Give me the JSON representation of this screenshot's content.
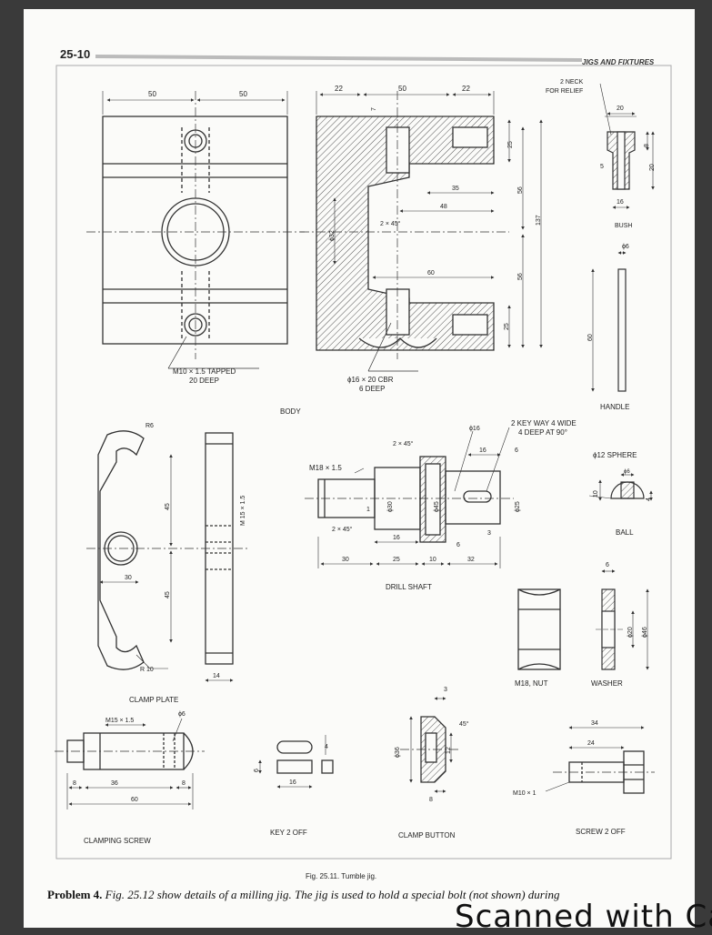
{
  "header": {
    "page_number": "25-10",
    "section_title": "JIGS AND FIXTURES"
  },
  "views": {
    "body": {
      "name": "BODY",
      "tapped_note_1": "M10 × 1.5 TAPPED",
      "tapped_note_2": "20 DEEP",
      "cbr_note_1": "ϕ16 × 20 CBR",
      "cbr_note_2": "6 DEEP",
      "chamfer": "2 × 45°",
      "dims": {
        "d50a": "50",
        "d50b": "50",
        "d22a": "22",
        "d50c": "50",
        "d22b": "22",
        "d35": "35",
        "d48": "48",
        "d60": "60",
        "d56a": "56",
        "d56b": "56",
        "d137": "137",
        "d25a": "25",
        "d25b": "25",
        "d32": "ϕ32",
        "d7": "7"
      }
    },
    "bush": {
      "name": "BUSH",
      "neck_note_1": "2 NECK",
      "neck_note_2": "FOR RELIEF",
      "dims": {
        "d20a": "20",
        "d8": "8",
        "d20b": "20",
        "d16": "16",
        "d5": "5"
      }
    },
    "handle": {
      "name": "HANDLE",
      "dims": {
        "d6": "ϕ6",
        "d60": "60"
      }
    },
    "ball": {
      "name": "BALL",
      "sphere_note": "ϕ12 SPHERE",
      "dims": {
        "d10": "10",
        "d6": "ϕ6",
        "d4": "4"
      }
    },
    "drill_shaft": {
      "name": "DRILL SHAFT",
      "keyway_note_1": "2 KEY WAY 4 WIDE",
      "keyway_note_2": "4 DEEP AT 90°",
      "thread": "M18 × 1.5",
      "chamfer_a": "2 × 45°",
      "chamfer_b": "2 × 45°",
      "dims": {
        "d16dia": "ϕ16",
        "d16a": "16",
        "d6a": "6",
        "d30dia": "ϕ30",
        "d45dia": "ϕ45",
        "d25dia": "ϕ25",
        "d1": "1",
        "d16b": "16",
        "d3": "3",
        "d6b": "6",
        "d30": "30",
        "d25": "25",
        "d10": "10",
        "d32": "32"
      }
    },
    "clamp_plate": {
      "name": "CLAMP PLATE",
      "dims": {
        "r6": "R6",
        "r10": "R 10",
        "d45a": "45",
        "d45b": "45",
        "d30": "30",
        "d14": "14",
        "thread": "M 15 × 1.5"
      }
    },
    "nut": {
      "name": "M18, NUT"
    },
    "washer": {
      "name": "WASHER",
      "dims": {
        "d6": "6",
        "d20": "ϕ20",
        "d46": "ϕ46"
      }
    },
    "clamping_screw": {
      "name": "CLAMPING SCREW",
      "dims": {
        "thread": "M15 × 1.5",
        "d6": "ϕ6",
        "d8a": "8",
        "d36": "36",
        "d8b": "8",
        "d60": "60"
      }
    },
    "key": {
      "name": "KEY 2 OFF",
      "dims": {
        "d4": "4",
        "d6": "6",
        "d16": "16"
      }
    },
    "clamp_button": {
      "name": "CLAMP BUTTON",
      "dims": {
        "d3": "3",
        "d45": "45°",
        "d36": "ϕ36",
        "d12": "12",
        "d8": "8"
      }
    },
    "screw": {
      "name": "SCREW 2 OFF",
      "dims": {
        "d34": "34",
        "d24": "24",
        "thread": "M10 × 1"
      }
    }
  },
  "figure_caption": "Fig. 25.11. Tumble jig.",
  "problem_text": {
    "lead": "Problem 4.",
    "body": "Fig. 25.12 show details of a milling jig. The jig is used to hold a special bolt (not shown) during"
  },
  "watermark": "Scanned with Cal"
}
